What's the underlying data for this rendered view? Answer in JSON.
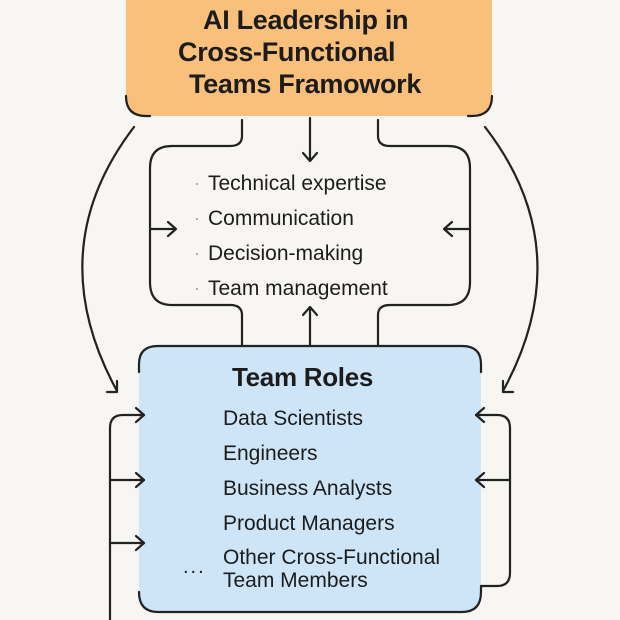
{
  "diagram": {
    "title": {
      "lines": [
        "AI Leadership in",
        "Cross-Functional",
        "Teams Framowork"
      ],
      "color": "#f9c07c"
    },
    "skills": {
      "items": [
        "Technical expertise",
        "Communication",
        "Decision-making",
        "Team management"
      ]
    },
    "roles": {
      "heading": "Team Roles",
      "items": [
        "Data Scientists",
        "Engineers",
        "Business Analysts",
        "Product Managers"
      ],
      "other_lines": [
        "Other Cross-Functional",
        "Team Members"
      ],
      "ellipsis": "...",
      "color": "#cde5f7"
    },
    "connectors": {
      "title_to_skills": "down-arrow",
      "roles_to_skills": "up-arrow",
      "side_to_skills": [
        "right-arrow",
        "left-arrow"
      ],
      "title_to_roles_curves": [
        "left-curved-arrow",
        "right-curved-arrow"
      ],
      "left_bracket_arrows": 3,
      "right_bracket_arrows": 2
    }
  }
}
